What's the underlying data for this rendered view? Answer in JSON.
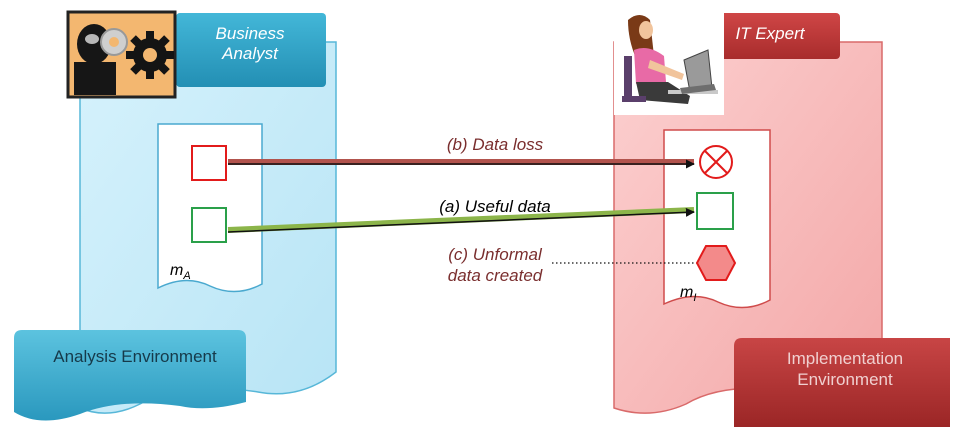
{
  "roles": {
    "business": "Business Analyst",
    "it": "IT Expert"
  },
  "environments": {
    "analysis": "Analysis Environment",
    "implementation": "Implementation Environment"
  },
  "flows": {
    "data_loss": "(b) Data loss",
    "useful": "(a) Useful data",
    "unformal_line1": "(c) Unformal",
    "unformal_line2": "data created"
  },
  "models": {
    "analysis_base": "m",
    "analysis_sub": "A",
    "implementation_base": "m",
    "implementation_sub": "I"
  },
  "icons": {
    "business": "businessman-gears-icon",
    "it": "woman-at-laptop-icon"
  },
  "colors": {
    "analysis_panel": "#bfe8f8",
    "implementation_panel": "#f9bcbc",
    "analysis_tab": "#2fa6c8",
    "implementation_tab": "#c23a3a",
    "loss_arrow": "#b2534d",
    "useful_arrow": "#8cb54a",
    "red_element": "#e21b1b",
    "green_element": "#2aa04a"
  }
}
